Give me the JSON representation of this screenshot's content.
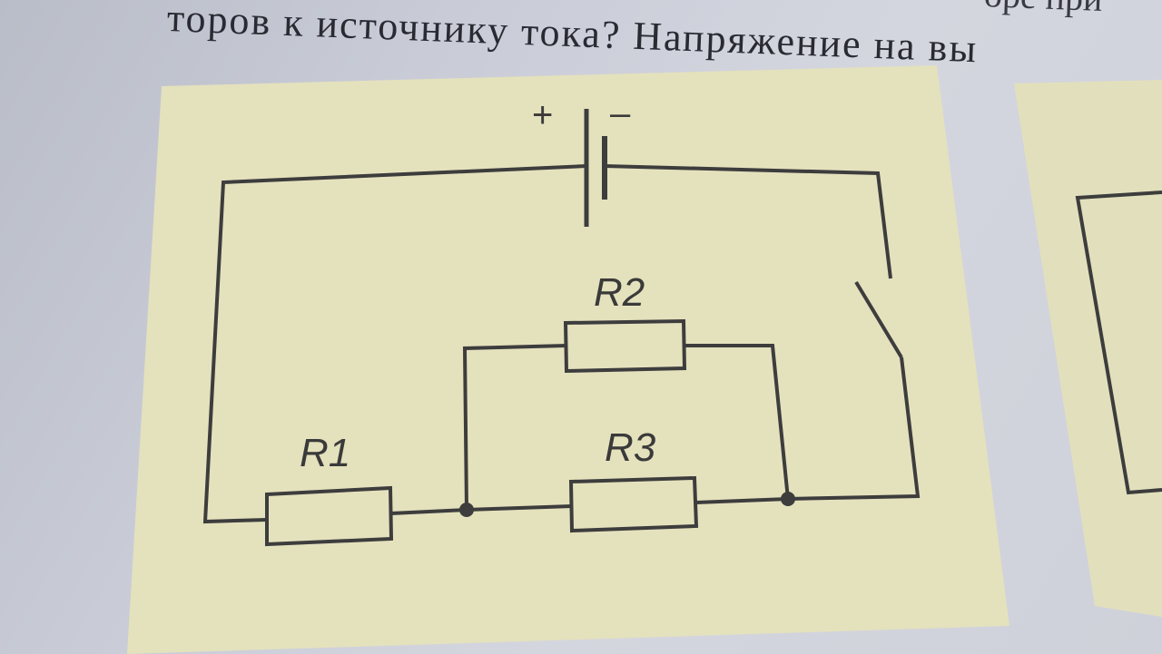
{
  "page": {
    "text_line": "торов к источнику тока? Напряжение на вы",
    "text_line_top": "оре при"
  },
  "diagram": {
    "battery": {
      "plus_sign": "+",
      "minus_sign": "–"
    },
    "resistors": [
      {
        "id": "r1",
        "label": "R1"
      },
      {
        "id": "r2",
        "label": "R2"
      },
      {
        "id": "r3",
        "label": "R3"
      }
    ],
    "colors": {
      "panel": "#e4e1bd",
      "wire": "#3d3d3d",
      "background": "#cdd0da"
    }
  }
}
